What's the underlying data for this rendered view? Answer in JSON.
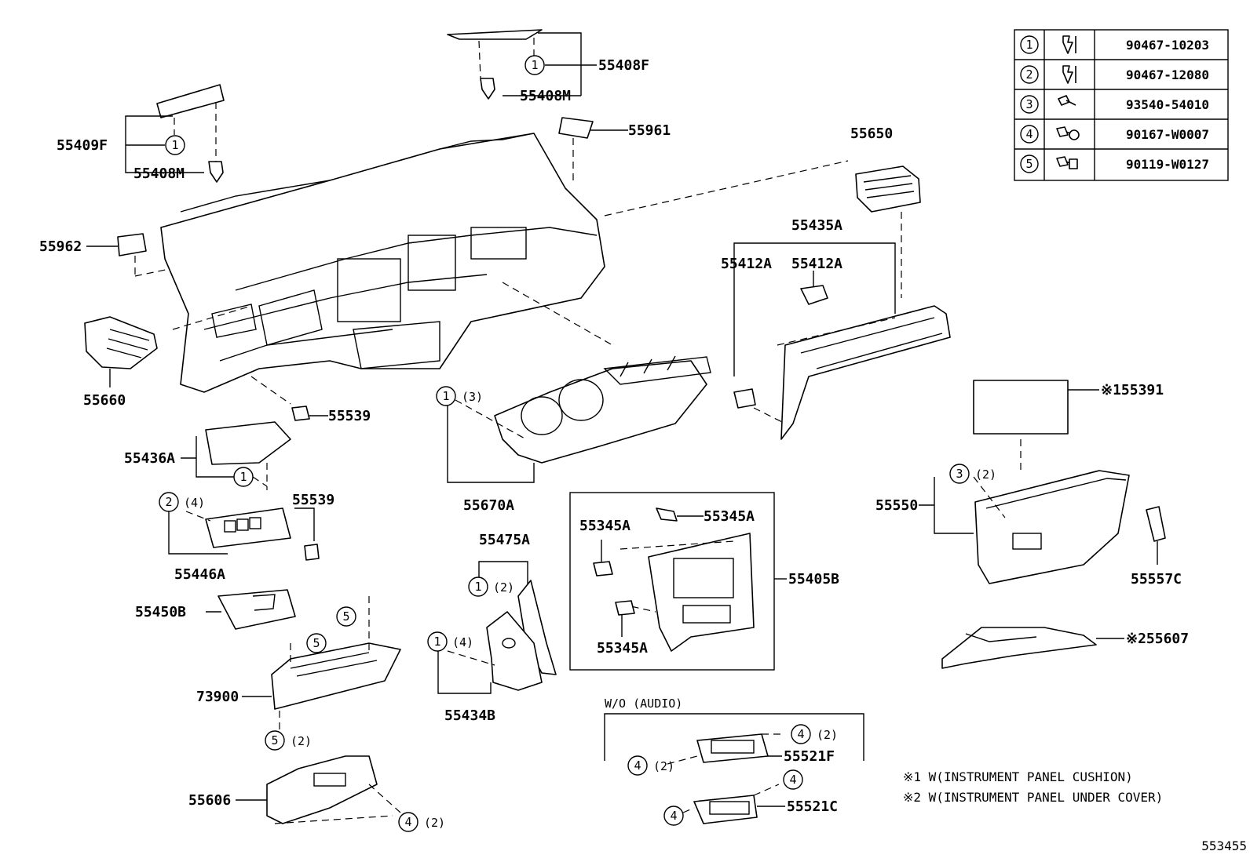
{
  "legend_table": [
    {
      "ref": "1",
      "part_no": "90467-10203"
    },
    {
      "ref": "2",
      "part_no": "90467-12080"
    },
    {
      "ref": "3",
      "part_no": "93540-54010"
    },
    {
      "ref": "4",
      "part_no": "90167-W0007"
    },
    {
      "ref": "5",
      "part_no": "90119-W0127"
    }
  ],
  "labels": {
    "p55408F": "55408F",
    "p55408M_top": "55408M",
    "p55409F": "55409F",
    "p55408M_left": "55408M",
    "p55961": "55961",
    "p55650": "55650",
    "p55962": "55962",
    "p55435A": "55435A",
    "p55412A_a": "55412A",
    "p55412A_b": "55412A",
    "p55660": "55660",
    "p55539_a": "55539",
    "p55436A": "55436A",
    "p55670A": "55670A",
    "p55391": "※155391",
    "p55539_b": "55539",
    "p55446A": "55446A",
    "p55345A_a": "55345A",
    "p55345A_b": "55345A",
    "p55345A_c": "55345A",
    "p55405B": "55405B",
    "p55475A": "55475A",
    "p55550": "55550",
    "p55557C": "55557C",
    "p55450B": "55450B",
    "p73900": "73900",
    "p55434B": "55434B",
    "p55607": "※255607",
    "p55521F": "55521F",
    "p55521C": "55521C",
    "p55606": "55606",
    "wo_audio": "W/O (AUDIO)"
  },
  "callouts": {
    "c1": "1",
    "c2": "2",
    "c3": "3",
    "c4": "4",
    "c5": "5",
    "q2": "(2)",
    "q3": "(3)",
    "q4": "(4)"
  },
  "notes": {
    "note1": "※1 W(INSTRUMENT  PANEL  CUSHION)",
    "note2": "※2 W(INSTRUMENT  PANEL  UNDER COVER)"
  },
  "figure_id": "553455"
}
